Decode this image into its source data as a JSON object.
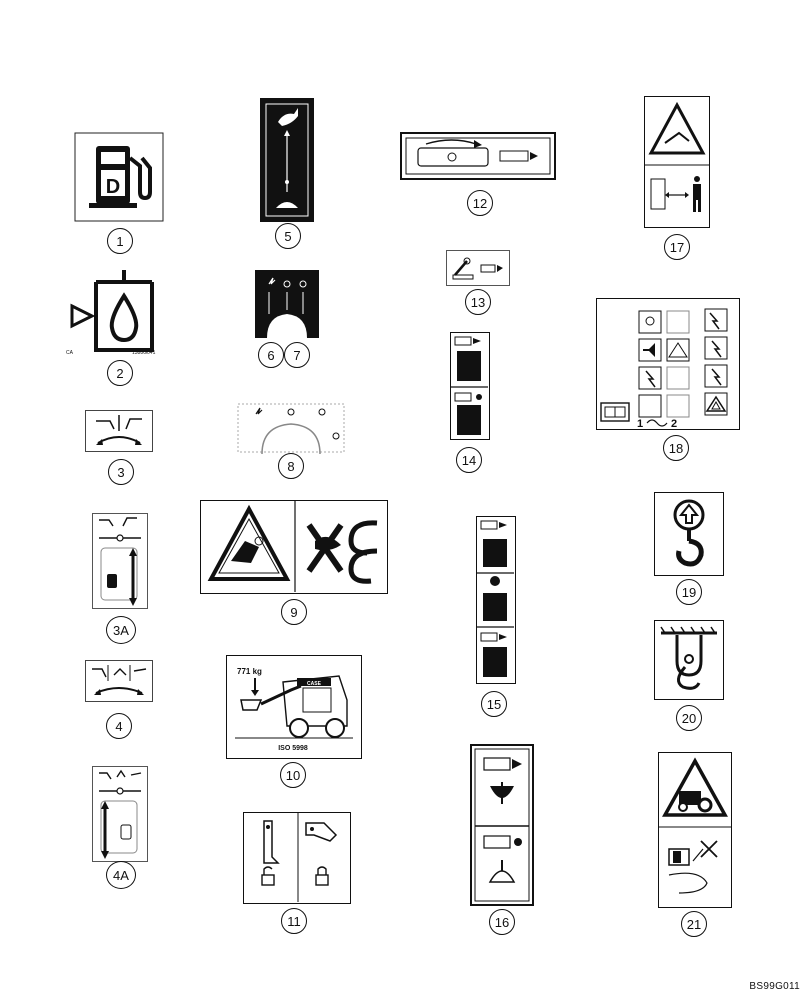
{
  "diagram_code": "BS99G011",
  "callouts": {
    "c1": "1",
    "c2": "2",
    "c3": "3",
    "c3a": "3A",
    "c4": "4",
    "c4a": "4A",
    "c5": "5",
    "c6": "6",
    "c7": "7",
    "c8": "8",
    "c9": "9",
    "c10": "10",
    "c11": "11",
    "c12": "12",
    "c13": "13",
    "c14": "14",
    "c15": "15",
    "c16": "16",
    "c17": "17",
    "c18": "18",
    "c19": "19",
    "c20": "20",
    "c21": "21"
  },
  "decal_text": {
    "fuel_letter": "D",
    "decal2_code": "1388G041",
    "decal2_prefix": "CA",
    "load_weight": "771 kg",
    "iso_standard": "ISO 5998",
    "loader_brand": "CASE",
    "switch_one": "1",
    "switch_two": "2"
  }
}
